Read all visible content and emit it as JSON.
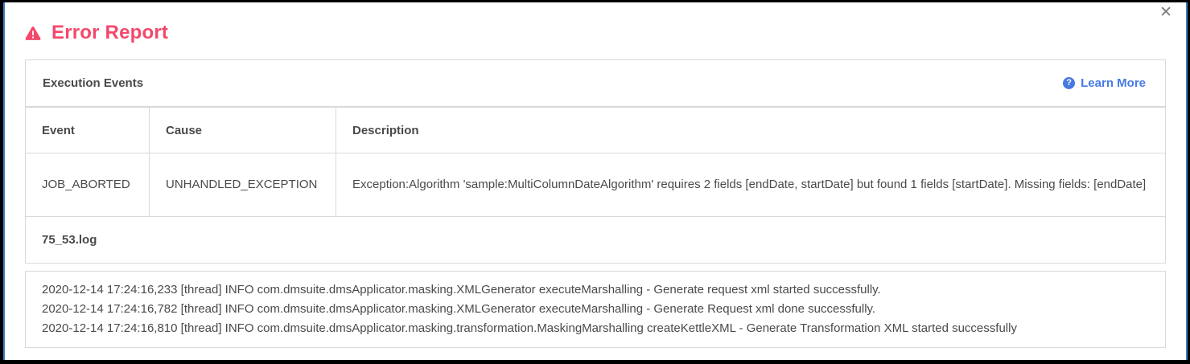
{
  "modal": {
    "title": "Error Report",
    "close_glyph": "✕"
  },
  "panel": {
    "title": "Execution Events",
    "learn_more_label": "Learn More",
    "help_glyph": "?"
  },
  "table": {
    "columns": [
      "Event",
      "Cause",
      "Description"
    ],
    "rows": [
      {
        "event": "JOB_ABORTED",
        "cause": "UNHANDLED_EXCEPTION",
        "description": "Exception:Algorithm 'sample:MultiColumnDateAlgorithm' requires 2 fields [endDate, startDate] but found 1 fields [startDate]. Missing fields: [endDate]"
      }
    ],
    "log_file_name": "75_53.log"
  },
  "log": {
    "lines": [
      "2020-12-14 17:24:16,233 [thread] INFO com.dmsuite.dmsApplicator.masking.XMLGenerator executeMarshalling - Generate request xml started successfully.",
      "2020-12-14 17:24:16,782 [thread] INFO com.dmsuite.dmsApplicator.masking.XMLGenerator executeMarshalling - Generate Request xml done successfully.",
      "2020-12-14 17:24:16,810 [thread] INFO com.dmsuite.dmsApplicator.masking.transformation.MaskingMarshalling createKettleXML - Generate Transformation XML started successfully"
    ]
  },
  "colors": {
    "error_accent": "#f4486b",
    "link_blue": "#4779e4",
    "text_gray": "#4a4a4a",
    "border_gray": "#d9d9d9",
    "frame_edge_blue": "#3d7ebf",
    "close_gray": "#7d7d7d"
  },
  "icons": {
    "warning": "warning-triangle-icon",
    "help": "help-circle-icon",
    "close": "close-icon"
  }
}
